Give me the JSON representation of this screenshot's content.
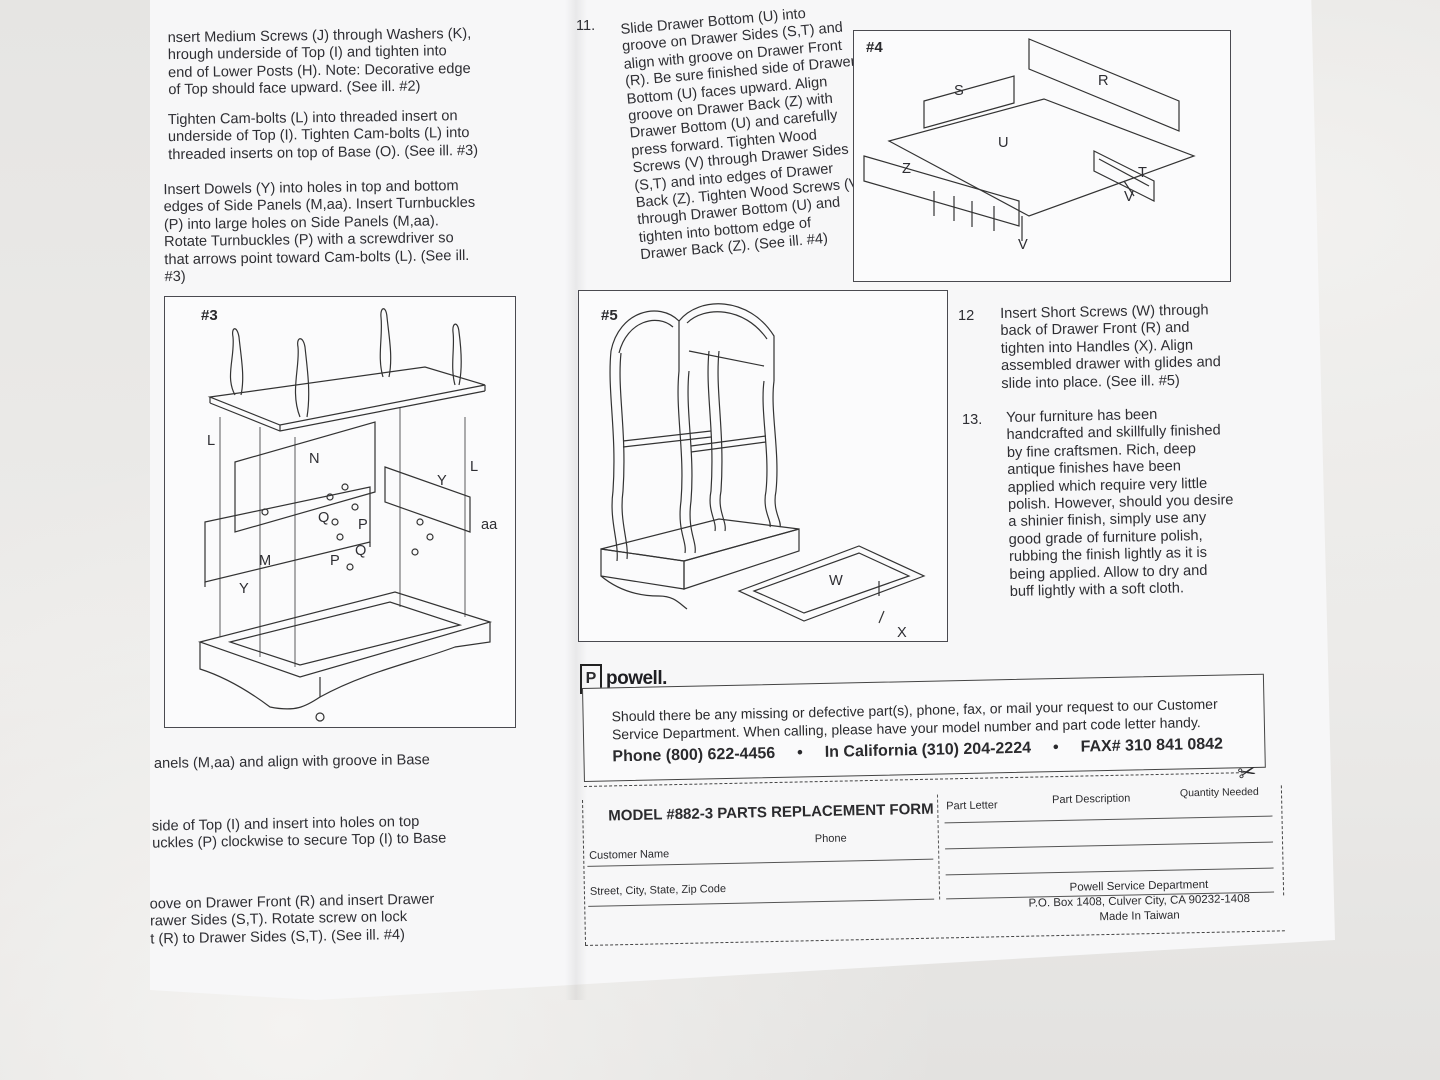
{
  "left_column": {
    "step_a": [
      "nsert Medium Screws (J) through Washers (K),",
      "hrough underside of Top (I) and tighten into",
      "end of Lower Posts (H). Note: Decorative edge",
      "of Top should face upward. (See ill. #2)"
    ],
    "step_b": [
      "Tighten Cam-bolts (L) into threaded insert on",
      "underside of Top (I). Tighten Cam-bolts (L) into",
      "threaded inserts on top of Base (O). (See ill. #3)"
    ],
    "step_c": [
      "Insert Dowels (Y) into holes in top and bottom",
      "edges of Side Panels (M,aa). Insert Turnbuckles",
      "(P) into large holes on Side Panels (M,aa).",
      "Rotate Turnbuckles (P) with a screwdriver so",
      "that arrows point toward Cam-bolts (L). (See ill.",
      "#3)"
    ],
    "step_d": [
      "anels (M,aa) and align with groove in Base"
    ],
    "step_e": [
      "side of Top (I) and insert into holes on top",
      "uckles (P) clockwise to secure Top (I) to Base"
    ],
    "step_f": [
      "oove on Drawer Front (R) and insert Drawer",
      "rawer Sides (S,T). Rotate screw on lock",
      "t (R) to Drawer Sides (S,T). (See ill. #4)"
    ]
  },
  "figure3": {
    "label": "#3",
    "parts": [
      "L",
      "N",
      "L",
      "Y",
      "Q",
      "P",
      "aa",
      "M",
      "P",
      "Q",
      "Y",
      "O"
    ]
  },
  "step11": {
    "number": "11.",
    "lines": [
      "Slide Drawer Bottom (U) into",
      "groove on Drawer Sides (S,T) and",
      "align with groove on Drawer Front",
      "(R). Be sure finished side of Drawer",
      "Bottom (U) faces upward. Align",
      "groove on Drawer Back (Z) with",
      "Drawer Bottom (U) and carefully",
      "press forward. Tighten Wood",
      "Screws (V) through Drawer Sides",
      "(S,T) and into edges of Drawer",
      "Back (Z). Tighten Wood Screws (V)",
      "through Drawer Bottom (U) and",
      "tighten into bottom edge of",
      "Drawer Back (Z). (See ill. #4)"
    ]
  },
  "figure4": {
    "label": "#4",
    "parts": [
      "S",
      "R",
      "U",
      "Z",
      "T",
      "V",
      "V"
    ]
  },
  "figure5": {
    "label": "#5",
    "parts": [
      "W",
      "X"
    ]
  },
  "step12": {
    "number": "12",
    "lines": [
      "Insert Short Screws (W) through",
      "back of Drawer Front (R) and",
      "tighten into Handles (X). Align",
      "assembled drawer with glides and",
      "slide into place. (See ill. #5)"
    ]
  },
  "step13": {
    "number": "13.",
    "lines": [
      "Your furniture has been",
      "handcrafted and skillfully finished",
      "by fine craftsmen. Rich, deep",
      "antique finishes have been",
      "applied which require very little",
      "polish. However, should you desire",
      "a shinier finish, simply use any",
      "good grade of furniture polish,",
      "rubbing the finish lightly as it is",
      "being applied. Allow to dry and",
      "buff lightly with a soft cloth."
    ]
  },
  "brand": {
    "mark": "P",
    "name": "powell."
  },
  "service": {
    "line1": "Should there be any missing or defective part(s), phone, fax, or mail your request to our Customer",
    "line2": "Service Department. When calling, please have your model number and part code letter handy.",
    "phone": "Phone  (800) 622-4456",
    "bullet": "•",
    "california": "In California  (310) 204-2224",
    "fax": "FAX# 310 841 0842"
  },
  "form": {
    "title": "MODEL #882-3 PARTS REPLACEMENT FORM",
    "phone_label": "Phone",
    "customer_name_label": "Customer Name",
    "address_label": "Street, City, State, Zip Code",
    "part_letter_label": "Part Letter",
    "part_description_label": "Part Description",
    "quantity_label": "Quantity Needed",
    "dept": "Powell Service Department",
    "po_box": "P.O. Box 1408, Culver City, CA 90232-1408",
    "made_in": "Made In Taiwan"
  }
}
